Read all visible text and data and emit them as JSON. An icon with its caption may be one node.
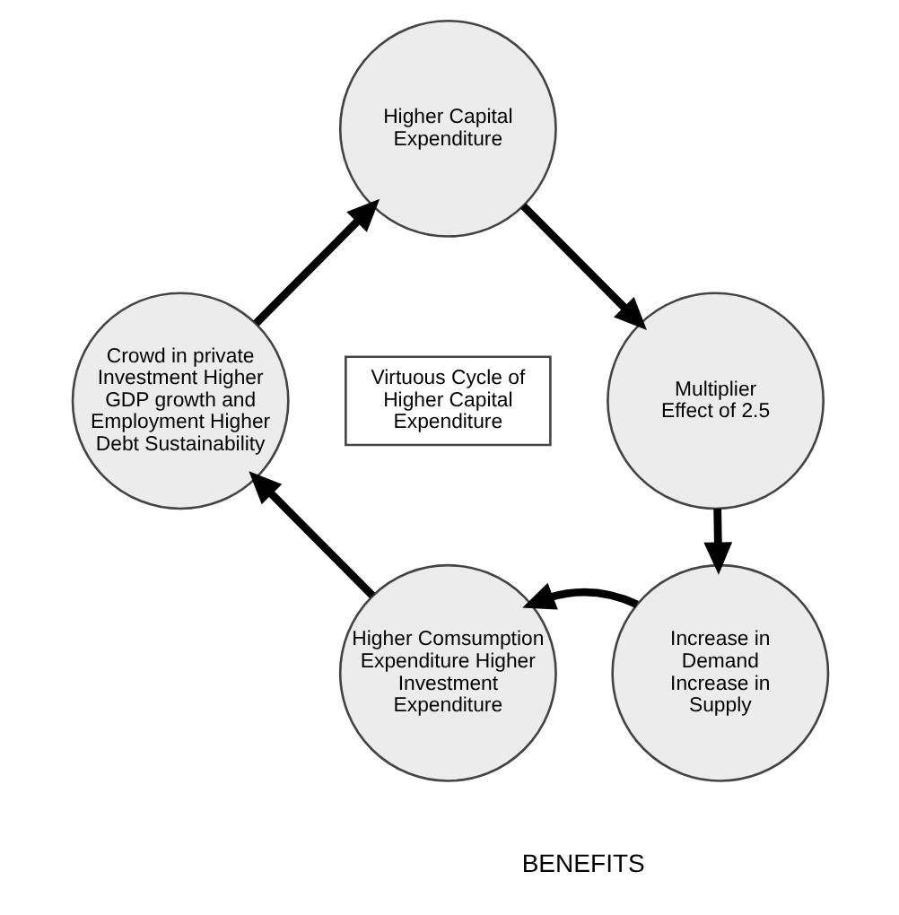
{
  "diagram": {
    "nodes": [
      {
        "text": [
          "Higher Capital Expenditure"
        ]
      },
      {
        "text": [
          "Multiplier Effect of 2.5"
        ]
      },
      {
        "text": [
          "Increase in Demand Increase in Supply"
        ]
      },
      {
        "text": [
          "Higher Comsumption Expenditure Higher Investment Expenditure"
        ]
      },
      {
        "text": [
          "Crowd in private Investment Higher GDP growth and Employment Higher Debt Sustainability"
        ]
      },
      {
        "text": [
          "Virtuous Cycle of Higher Capital Expenditure"
        ]
      }
    ],
    "edges": [
      {
        "from": 0,
        "to": 1,
        "arrow": "to"
      },
      {
        "from": 1,
        "to": 2,
        "arrow": "to"
      },
      {
        "from": 2,
        "to": 3,
        "arrow": "to"
      },
      {
        "from": 3,
        "to": 4,
        "arrow": "to"
      },
      {
        "from": 4,
        "to": 0,
        "arrow": "to"
      }
    ],
    "labels": [
      "BENEFITS"
    ]
  }
}
